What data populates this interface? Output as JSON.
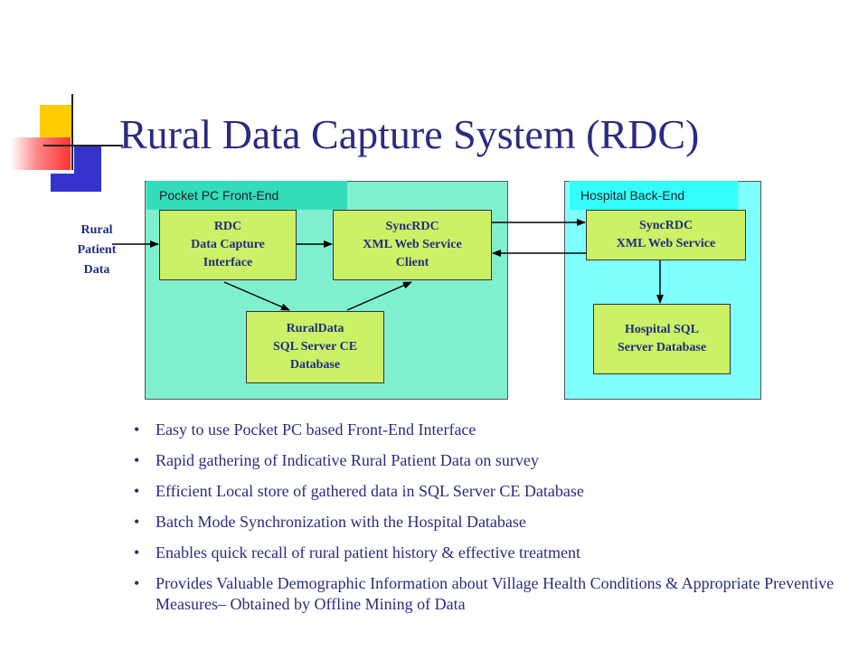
{
  "slide": {
    "title": "Rural Data Capture System (RDC)"
  },
  "diagram": {
    "input_label": "Rural\nPatient\nData",
    "front_end": {
      "label": "Pocket PC Front-End",
      "boxes": {
        "rdc": "RDC\nData Capture\nInterface",
        "sync_client": "SyncRDC\nXML Web Service\nClient",
        "rural_db": "RuralData\nSQL Server CE\nDatabase"
      }
    },
    "back_end": {
      "label": "Hospital Back-End",
      "boxes": {
        "sync_service": "SyncRDC\nXML Web Service",
        "hospital_db": "Hospital     SQL\nServer Database"
      }
    },
    "colors": {
      "front_panel": "#80efd0",
      "back_panel": "#80ffff",
      "box_fill": "#ccf066",
      "text": "#1f2f7f"
    }
  },
  "bullets": [
    "Easy to use Pocket PC based Front-End Interface",
    "Rapid gathering of Indicative Rural Patient Data on survey",
    "Efficient Local store of gathered data in SQL Server CE Database",
    "Batch Mode Synchronization with the Hospital Database",
    "Enables quick recall of rural patient history & effective treatment",
    "Provides Valuable Demographic Information about Village Health Conditions & Appropriate Preventive Measures– Obtained by Offline Mining of Data"
  ]
}
